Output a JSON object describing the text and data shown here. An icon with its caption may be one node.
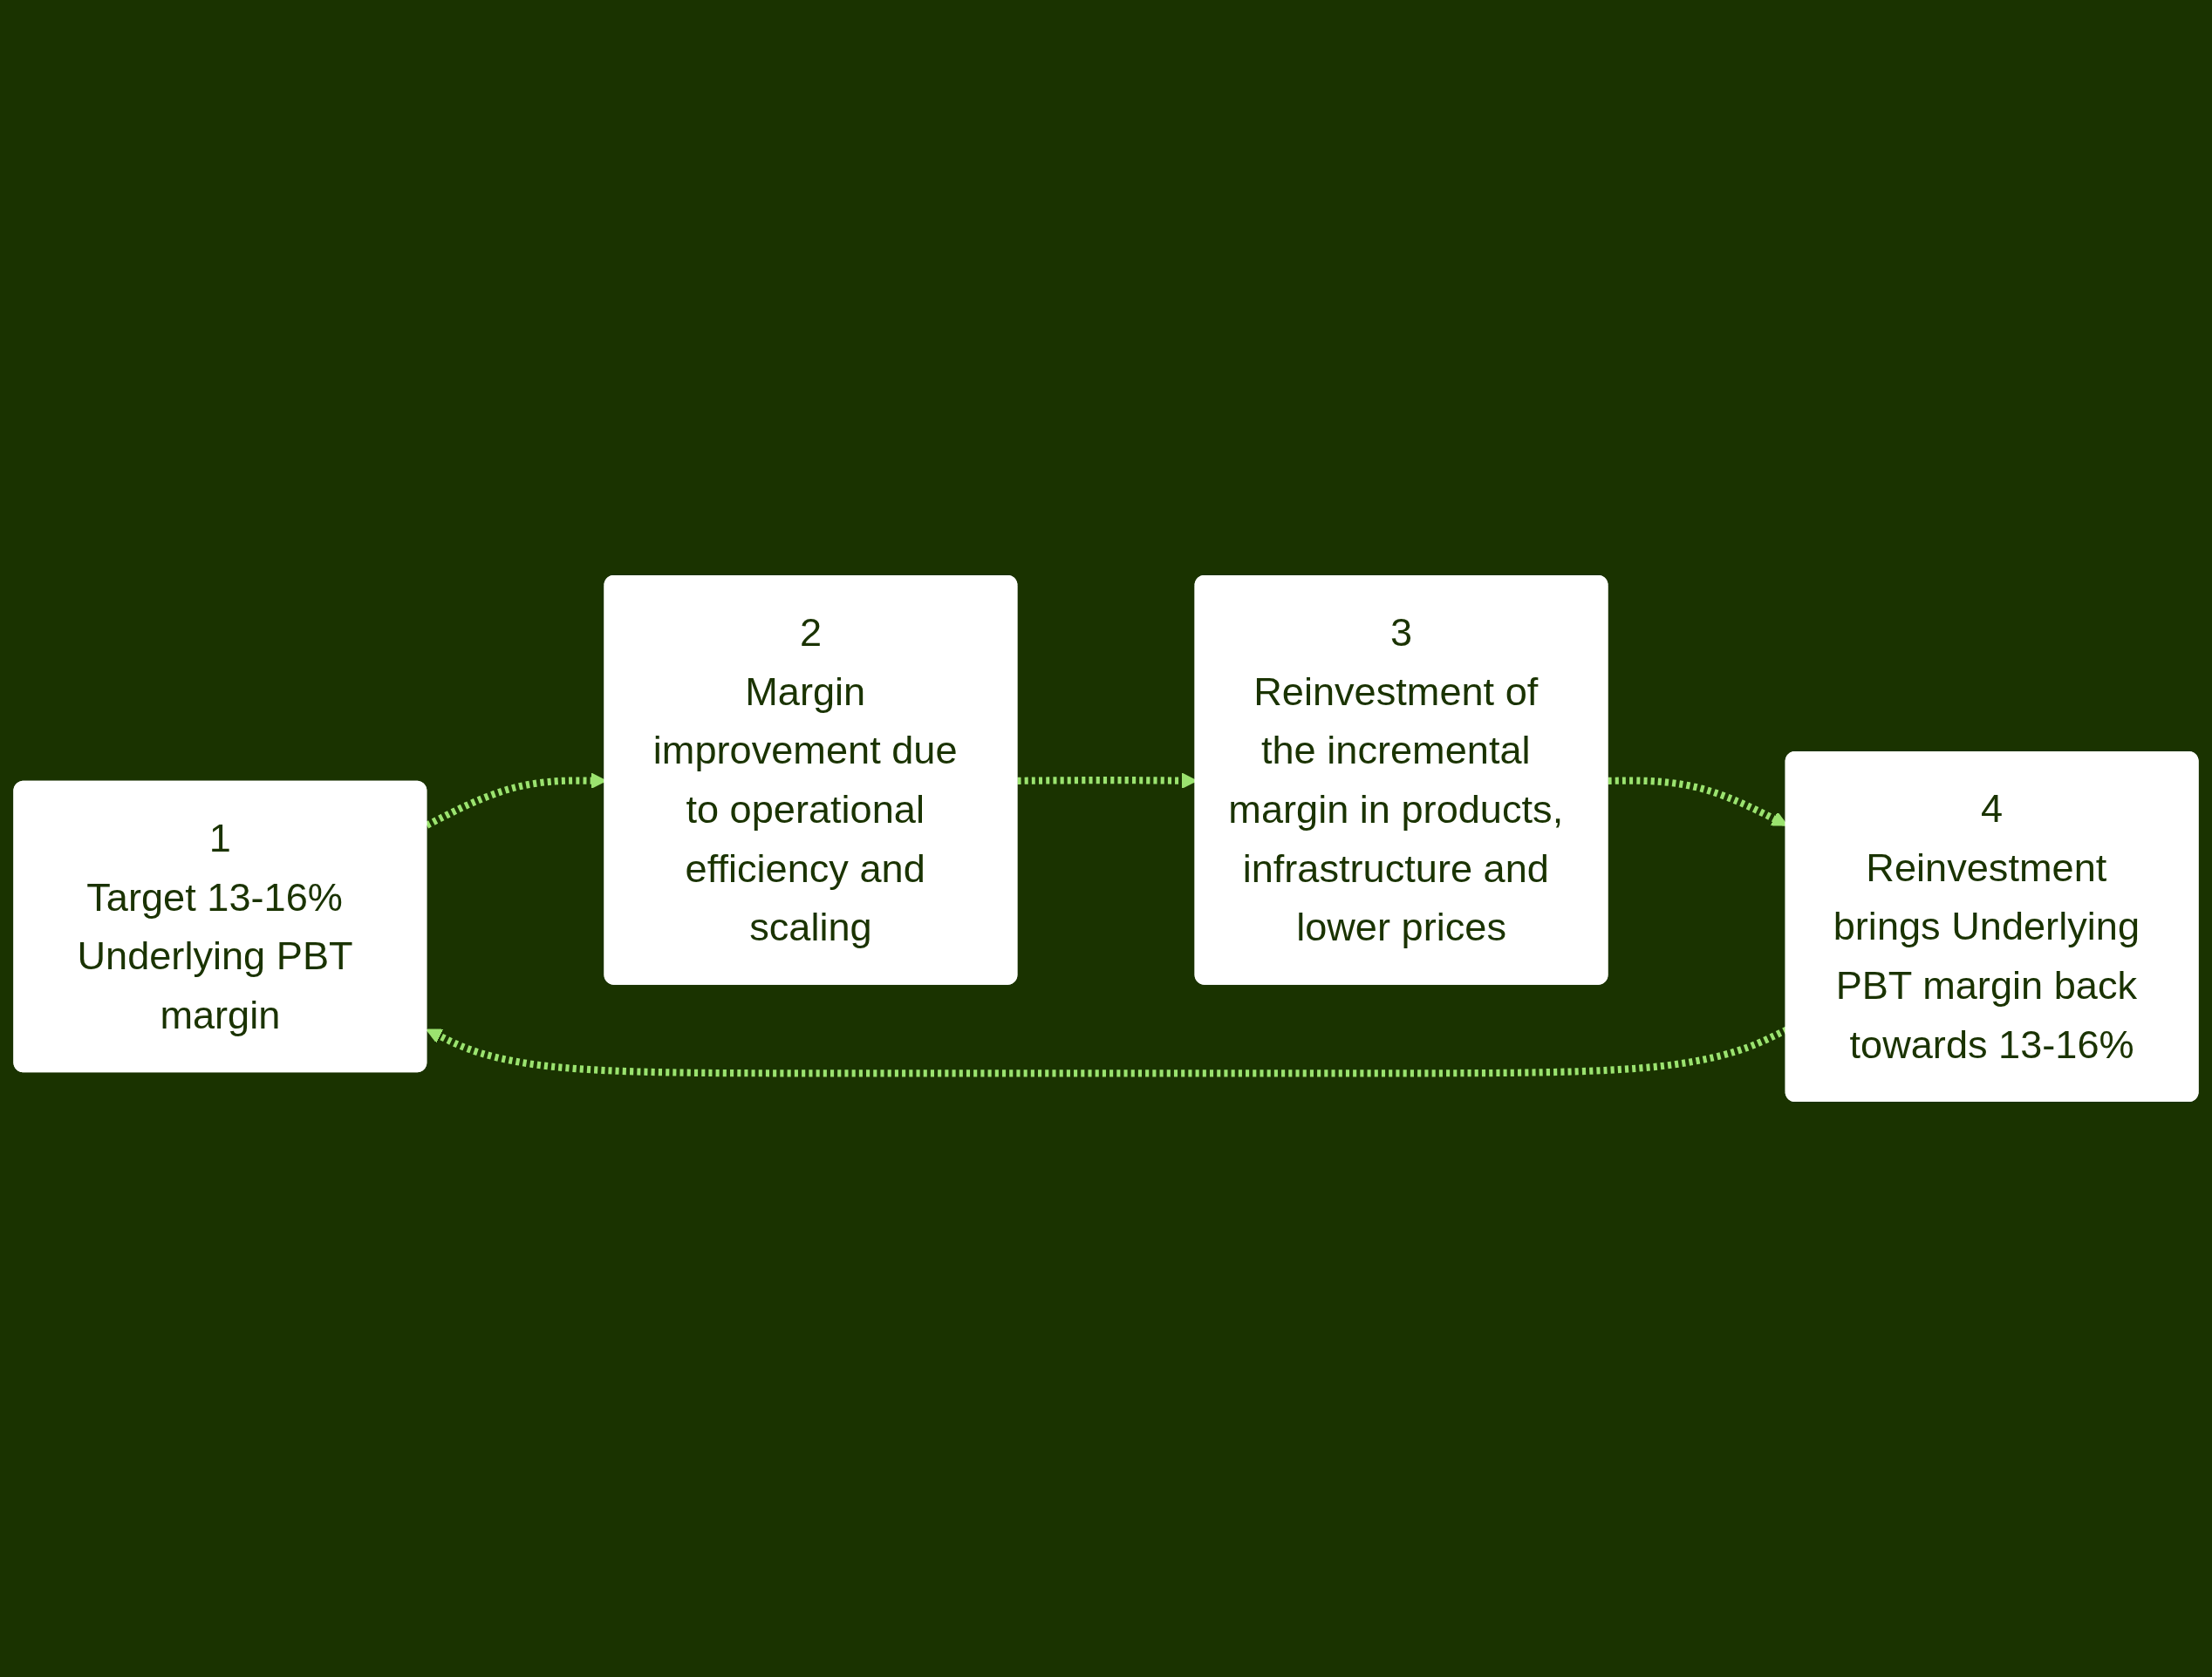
{
  "diagram": {
    "nodes": [
      {
        "text": [
          "1",
          "Target 13-16% Underlying PBT margin"
        ]
      },
      {
        "text": [
          "2",
          "Margin improvement due to operational efficiency and scaling"
        ]
      },
      {
        "text": [
          "3",
          "Reinvestment of the incremental margin in products, infrastructure and lower prices"
        ]
      },
      {
        "text": [
          "4",
          "Reinvestment brings Underlying PBT margin back towards 13-16%"
        ]
      }
    ],
    "edges": [
      {
        "from": 0,
        "to": 1,
        "arrow": "to",
        "style": "dashed"
      },
      {
        "from": 1,
        "to": 2,
        "arrow": "to",
        "style": "dashed"
      },
      {
        "from": 2,
        "to": 3,
        "arrow": "to",
        "style": "dashed"
      },
      {
        "from": 3,
        "to": 0,
        "arrow": "to",
        "style": "dashed"
      }
    ]
  }
}
